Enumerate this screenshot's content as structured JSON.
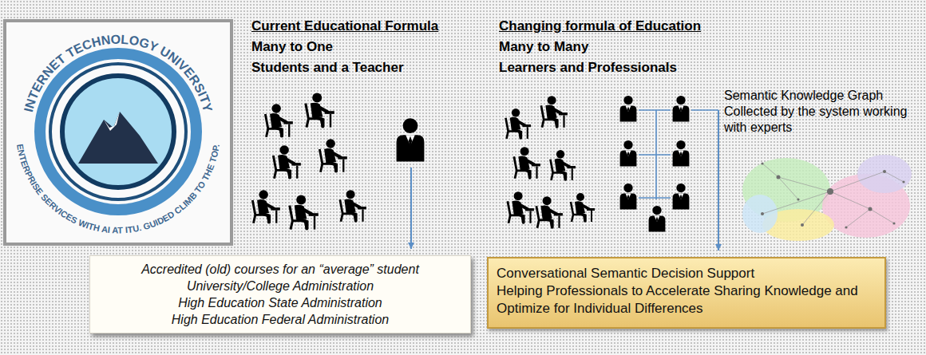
{
  "diagram": {
    "nodes": [
      {
        "text": [
          "Accredited (old) courses for an “average” student",
          "University/College Administration",
          "High Education State Administration",
          "High Education Federal Administration"
        ]
      },
      {
        "text": [
          "Conversational Semantic Decision Support",
          "Helping Professionals to Accelerate Sharing Knowledge and Optimize for Individual Differences"
        ]
      }
    ],
    "labels": [
      "INTERNET TECHNOLOGY UNIVERSITY",
      "ENTERPRISE SERVICES WITH AI AT ITU. GUIDED CLIMB TO THE TOP.",
      "Current Educational Formula",
      "Many to One",
      "Students and a Teacher",
      "Changing formula of Education",
      "Many to Many",
      "Learners and Professionals",
      "Semantic Knowledge Graph Collected by the system working with experts"
    ]
  }
}
